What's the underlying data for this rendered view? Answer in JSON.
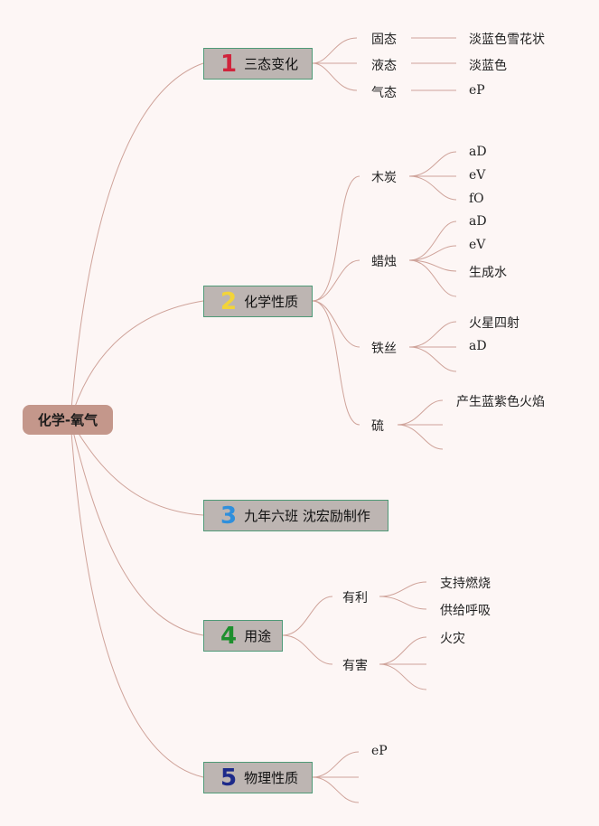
{
  "root": {
    "label": "化学-氧气"
  },
  "branches": [
    {
      "number": "1",
      "color": "#d0243c",
      "label": "三态变化",
      "children": [
        {
          "label": "固态",
          "leaves": [
            "淡蓝色雪花状"
          ]
        },
        {
          "label": "液态",
          "leaves": [
            "淡蓝色"
          ]
        },
        {
          "label": "气态",
          "leaves": [
            "eP"
          ]
        }
      ]
    },
    {
      "number": "2",
      "color": "#f2d43a",
      "label": "化学性质",
      "children": [
        {
          "label": "木炭",
          "leaves": [
            "aD",
            "eV",
            "fO"
          ]
        },
        {
          "label": "蜡烛",
          "leaves": [
            "aD",
            "eV",
            "生成水",
            ""
          ]
        },
        {
          "label": "铁丝",
          "leaves": [
            "火星四射",
            "aD",
            ""
          ]
        },
        {
          "label": "硫",
          "leaves": [
            "产生蓝紫色火焰",
            "",
            ""
          ]
        }
      ]
    },
    {
      "number": "3",
      "color": "#2f8fdc",
      "label": "九年六班 沈宏励制作",
      "children": []
    },
    {
      "number": "4",
      "color": "#1e8f2e",
      "label": "用途",
      "children": [
        {
          "label": "有利",
          "leaves": [
            "支持燃烧",
            "供给呼吸"
          ]
        },
        {
          "label": "有害",
          "leaves": [
            "火灾",
            "",
            ""
          ]
        }
      ]
    },
    {
      "number": "5",
      "color": "#1d2a8a",
      "label": "物理性质",
      "leaves": [
        "eP",
        "",
        ""
      ]
    }
  ],
  "colors": {
    "line": "#cfa39a",
    "branch_fill": "#bdb5b2",
    "branch_border": "#4f9a77",
    "root_fill": "#c4978b"
  }
}
